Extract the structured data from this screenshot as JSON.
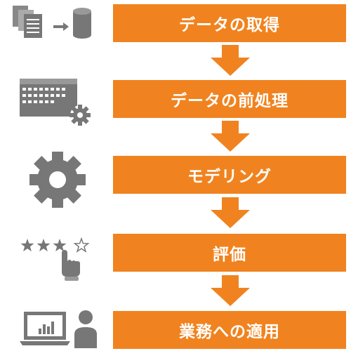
{
  "steps": [
    {
      "label": "データの取得",
      "icon": "documents-to-database-icon"
    },
    {
      "label": "データの前処理",
      "icon": "window-gear-icon"
    },
    {
      "label": "モデリング",
      "icon": "gear-icon"
    },
    {
      "label": "評価",
      "icon": "star-rating-hand-icon"
    },
    {
      "label": "業務への適用",
      "icon": "laptop-chart-user-icon"
    }
  ],
  "rating": {
    "filled": 3,
    "total": 4
  },
  "colors": {
    "step_fill": "#f0831f",
    "icon_gray": "#777777"
  }
}
